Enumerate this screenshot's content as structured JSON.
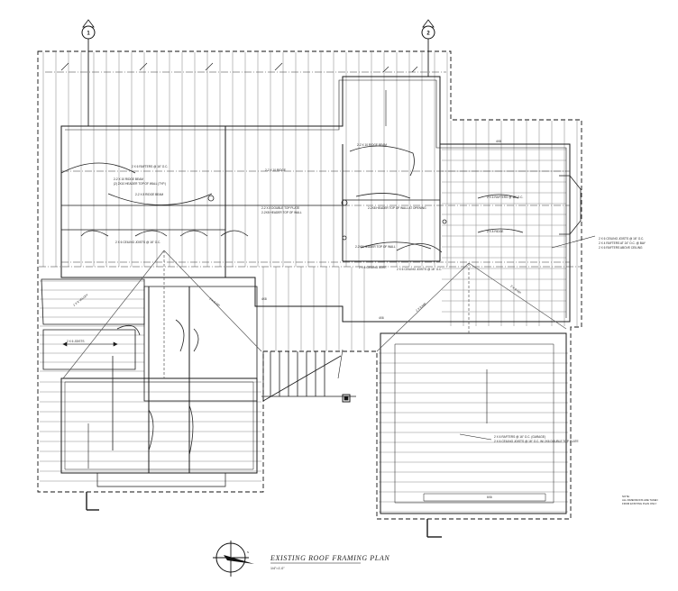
{
  "sheet": {
    "title": "EXISTING ROOF FRAMING PLAN",
    "scale": "1/4\"=1'-0\"",
    "north_label": "N",
    "note": [
      "NOTE:",
      "ALL DIMENSIONS ARE TAKEN",
      "FROM EXISTING PLAN ONLY"
    ]
  },
  "grid_markers": [
    {
      "label": "1"
    },
    {
      "label": "2"
    }
  ],
  "annotations": {
    "rafters_main_left": "2 X 6 RAFTERS @ 16\" O.C.",
    "rafters_main_right": "2 X 6 RAFTERS @ 16\" O.C.",
    "beam_left": "2-2 X 10 RIDGE BEAM",
    "header_left": "(2) 2X10 HEADER TOP OF WALL (TYP.)",
    "beam_mid": "2-2 X 10 RIDGE",
    "beam_center": "2-2 X 8 RIDGE BEAM",
    "header_center": "2-2 X 8 DOUBLE TOP PLATE",
    "header_center_2": "2-2X8 HEADER TOP OF WALL",
    "header_right_top": "2-2 X 10 RIDGE BEAM",
    "header_right_mid": "2-2X8 HEADER TOP OF WALL AT OPENING",
    "header_right_low": "2-2X8 HEADER TOP OF WALL",
    "vent": "2 X 6 CEILING JOIST",
    "ceiling_right": "2 X 6 CEILING JOISTS @ 16\" O.C.",
    "bay_note": "2 X 4 RAFTERS AT 24\" O.C. @ BAY",
    "bay_note_2": "2 X 6 RAFTERS ABOVE CEILING",
    "valley_left": "2 X 8 VALLEY",
    "valley_left_2": "2 X 8 HIP",
    "valley_right": "2 X 8 HIP",
    "valley_right_2": "2 X 8 HIP",
    "garage_rafters": "2 X 6 RAFTERS @ 16\" O.C. (GARAGE)",
    "garage_plate": "2 X 6 CEILING JOISTS @ 16\" O.C. W/ 2X6 DOUBLE TOP PLATE",
    "porch_label": "2 X 6 JOISTS",
    "left_wing_1": "2 X 6 CEILING JOISTS @ 16\" O.C.",
    "left_wing_2": "2 X 6 CEILING JOISTS @ 16\" O.C.",
    "wing_beam": "2 X 8 RIDGE",
    "dim_tag": "4X8",
    "dim_tag_2": "4X6",
    "dim_tag_3": "4X8",
    "dim_tag_4": "6X6"
  },
  "colors": {
    "line": "#1a1a1a",
    "rafter": "#8a8a8a",
    "dashed": "#111111"
  }
}
